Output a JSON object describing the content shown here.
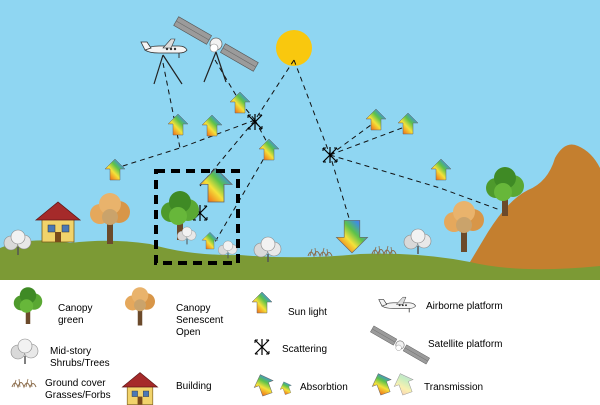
{
  "legend": {
    "canopy_green": "Canopy\ngreen",
    "canopy_senescent": "Canopy\nSenescent\nOpen",
    "midstory": "Mid-story\nShrubs/Trees",
    "ground_cover": "Ground cover\nGrasses/Forbs",
    "building": "Building",
    "sunlight": "Sun light",
    "scattering": "Scattering",
    "absorption": "Absorbtion",
    "airborne": "Airborne platform",
    "satellite": "Satellite platform",
    "transmission": "Transmission"
  },
  "colors": {
    "sky": "#8fd6f2",
    "ground": "#7c9a35",
    "mountain": "#c47f2f",
    "sun": "#f9c80e",
    "canopy_green": "#4e9a2c",
    "canopy_senescent": "#e0a355",
    "house": "#f1d36b",
    "roof": "#a52a2a"
  }
}
